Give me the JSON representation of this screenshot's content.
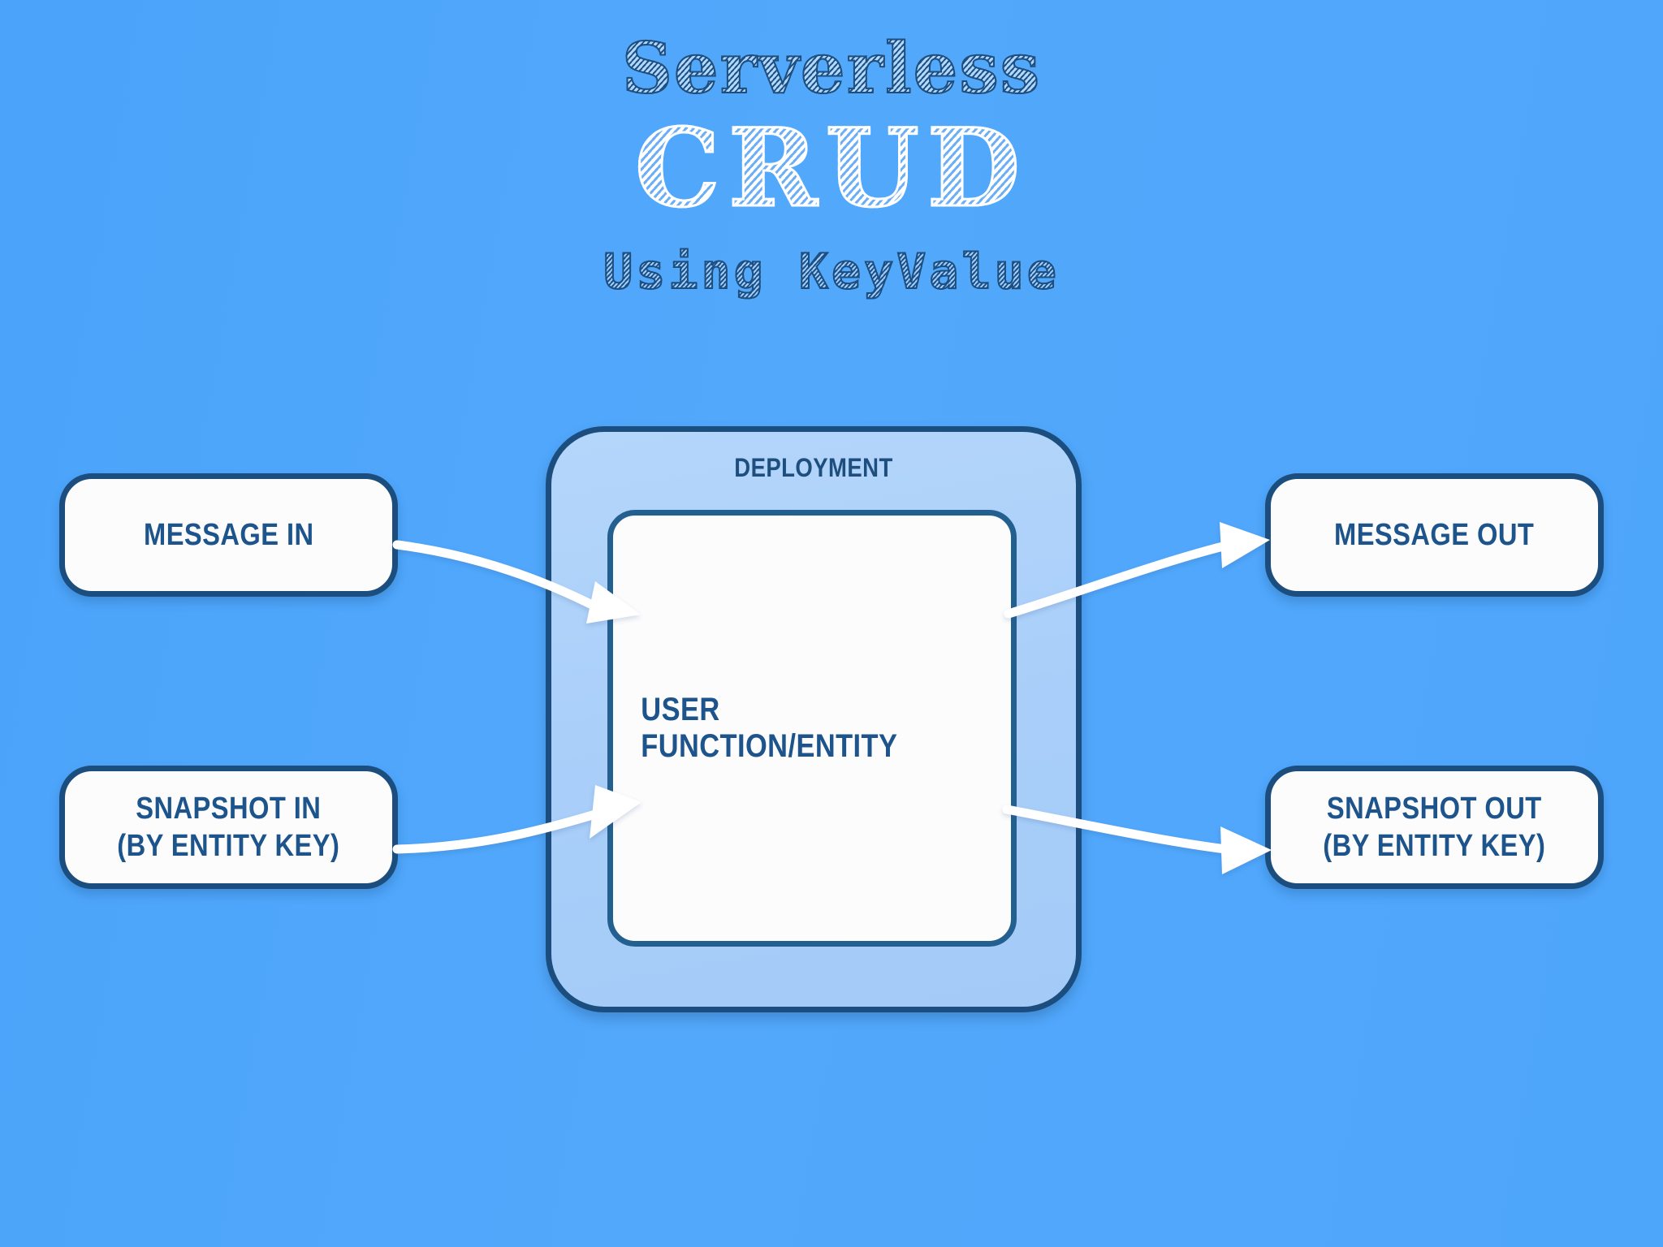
{
  "background_color": "#4ea6fb",
  "accent_navy": "#1b4e7e",
  "label_blue": "#1d548c",
  "deployment_fill": "#a9cef9",
  "arrow_color": "#ffffff",
  "title": {
    "line1": "Serverless",
    "line2": "CRUD",
    "line3": "Using KeyValue"
  },
  "deployment": {
    "title": "DEPLOYMENT",
    "inner": {
      "label": "USER FUNCTION/ENTITY"
    }
  },
  "nodes": [
    {
      "id": "message-in",
      "label": "MESSAGE IN"
    },
    {
      "id": "snapshot-in",
      "label": "SNAPSHOT IN\n(BY ENTITY KEY)"
    },
    {
      "id": "message-out",
      "label": "MESSAGE OUT"
    },
    {
      "id": "snapshot-out",
      "label": "SNAPSHOT OUT\n(BY ENTITY KEY)"
    }
  ],
  "arrows": [
    {
      "id": "message-in-to-function",
      "from": "message-in",
      "to": "user-function",
      "direction": "right-down"
    },
    {
      "id": "snapshot-in-to-function",
      "from": "snapshot-in",
      "to": "user-function",
      "direction": "right-up"
    },
    {
      "id": "function-to-message-out",
      "from": "user-function",
      "to": "message-out",
      "direction": "right-up"
    },
    {
      "id": "function-to-snapshot-out",
      "from": "user-function",
      "to": "snapshot-out",
      "direction": "right-down"
    }
  ]
}
